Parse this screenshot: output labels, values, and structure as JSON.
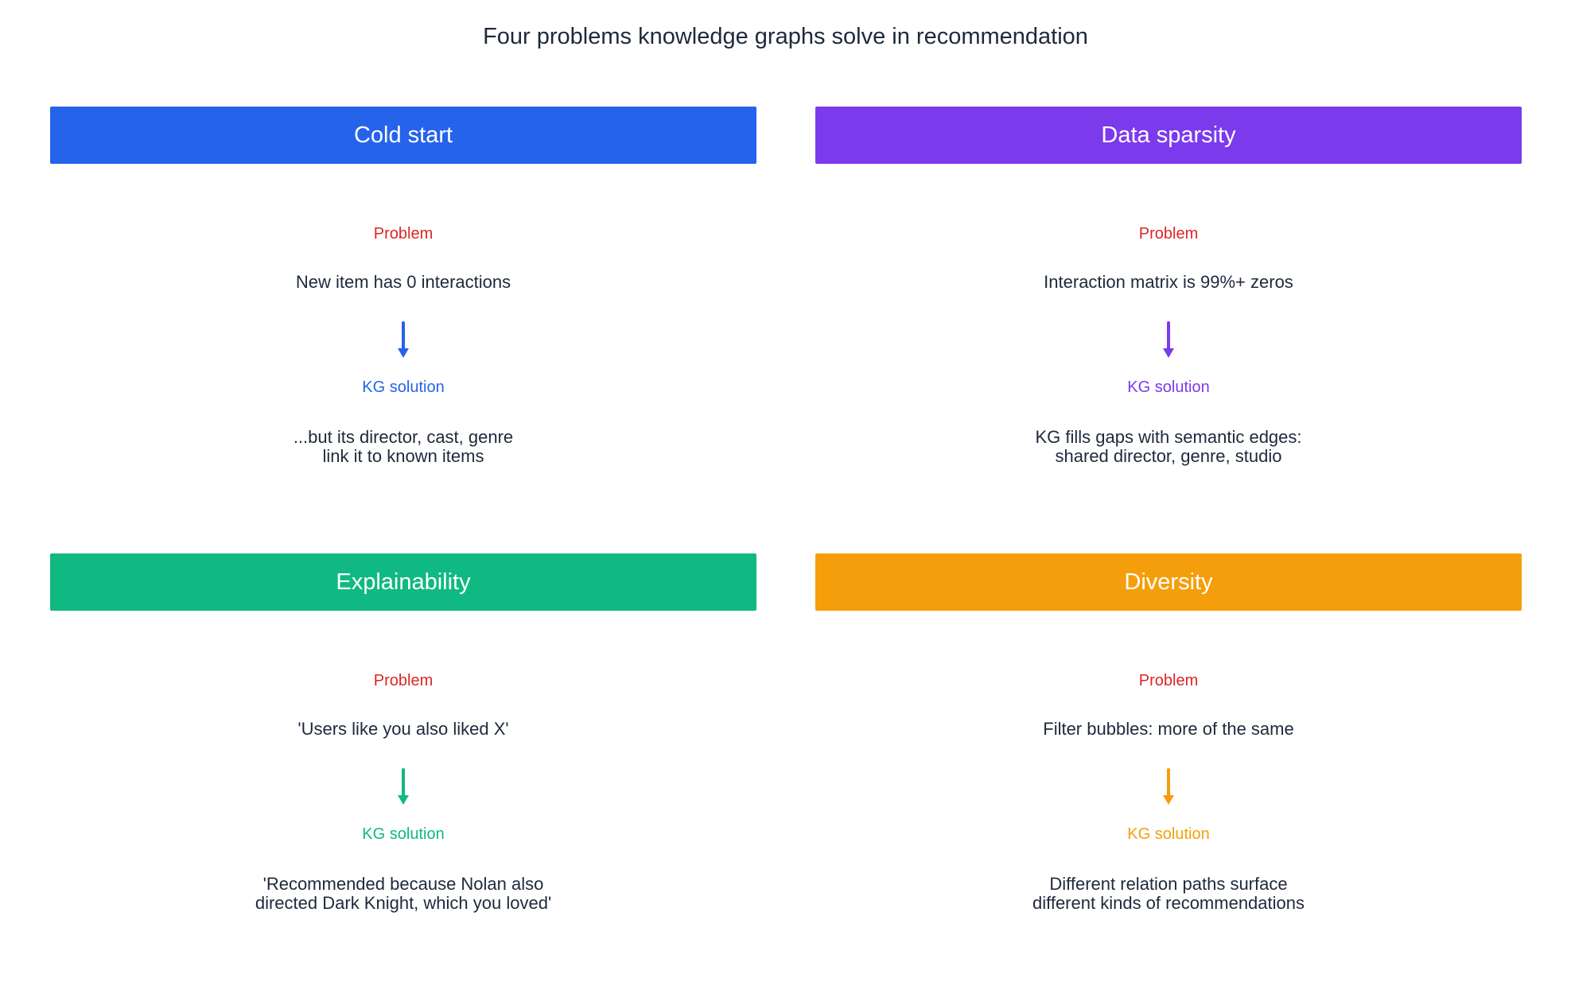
{
  "title": "Four problems knowledge graphs solve in recommendation",
  "cards": [
    {
      "header": "Cold start",
      "color": "#2563eb",
      "problem_label": "Problem",
      "problem": "New item has 0 interactions",
      "solution_label": "KG solution",
      "solution_line1": "...but its director, cast, genre",
      "solution_line2": "link it to known items"
    },
    {
      "header": "Data sparsity",
      "color": "#7c3aed",
      "problem_label": "Problem",
      "problem": "Interaction matrix is 99%+ zeros",
      "solution_label": "KG solution",
      "solution_line1": "KG fills gaps with semantic edges:",
      "solution_line2": "shared director, genre, studio"
    },
    {
      "header": "Explainability",
      "color": "#10b981",
      "problem_label": "Problem",
      "problem": "'Users like you also liked X'",
      "solution_label": "KG solution",
      "solution_line1": "'Recommended because Nolan also",
      "solution_line2": "directed Dark Knight, which you loved'"
    },
    {
      "header": "Diversity",
      "color": "#f59e0b",
      "problem_label": "Problem",
      "problem": "Filter bubbles: more of the same",
      "solution_label": "KG solution",
      "solution_line1": "Different relation paths surface",
      "solution_line2": "different kinds of recommendations"
    }
  ],
  "problem_color": "#dc2626"
}
